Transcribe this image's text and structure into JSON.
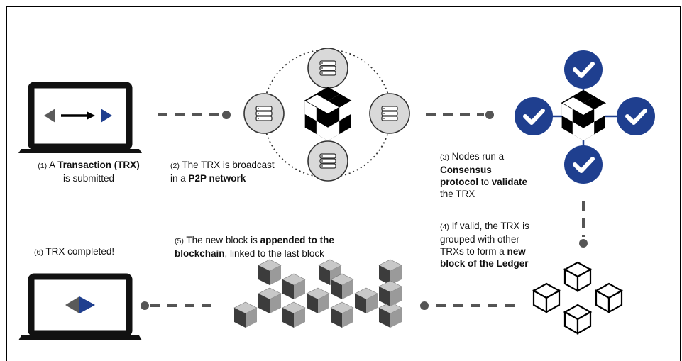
{
  "steps": [
    {
      "num": "(1)",
      "pre": "A ",
      "bold": "Transaction (TRX)",
      "line2": "is submitted"
    },
    {
      "num": "(2)",
      "line1": "The TRX is broadcast",
      "pre2": "in a ",
      "bold2": "P2P network"
    },
    {
      "num": "(3)",
      "line1": "Nodes run a",
      "bold1": "Consensus",
      "bold2": "protocol",
      "mid": " to ",
      "bold3": "validate",
      "line4": "the TRX"
    },
    {
      "num": "(4)",
      "line1": "If valid, the TRX is",
      "line2": "grouped with other",
      "pre3": "TRXs to form a ",
      "bold3": "new",
      "bold4": "block of the Ledger"
    },
    {
      "num": "(5)",
      "pre1": "The new block is ",
      "bold1": "appended to the",
      "bold2": "blockchain",
      "post2": ", linked to the last block"
    },
    {
      "num": "(6)",
      "line1": "TRX completed!"
    }
  ],
  "colors": {
    "navy": "#1f3f8f",
    "grey_node": "#d9d9d9",
    "dark_arrow": "#5a5a5a",
    "line": "#555555"
  }
}
